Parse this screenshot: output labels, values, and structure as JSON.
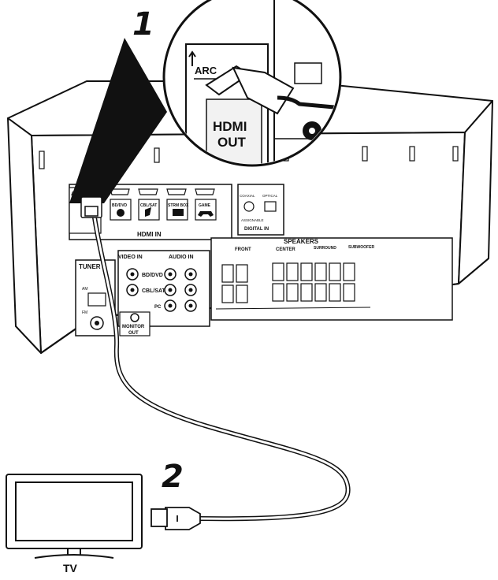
{
  "steps": {
    "step1": "1",
    "step2": "2"
  },
  "zoom_panel": {
    "arc": "ARC",
    "hdmi_line1": "HDMI",
    "hdmi_line2": "OUT"
  },
  "hdmi_in": {
    "title": "HDMI IN",
    "inputs": [
      "BD/DVD",
      "CBL/SAT",
      "STRM BOX",
      "GAME"
    ],
    "out_arc": "ARC"
  },
  "digital_in": {
    "title": "DIGITAL IN",
    "coaxial": "COAXIAL",
    "optical": "OPTICAL",
    "assign": "ASSIGNABLE"
  },
  "tuner": {
    "title": "TUNER",
    "am": "AM",
    "fm": "FM"
  },
  "video_in": {
    "title": "VIDEO IN",
    "row1": "BD/DVD",
    "row2": "CBL/SAT",
    "row3": "PC"
  },
  "audio_in": {
    "title": "AUDIO IN"
  },
  "monitor_out": {
    "line1": "MONITOR",
    "line2": "OUT"
  },
  "speakers": {
    "title": "SPEAKERS",
    "front": "FRONT",
    "center": "CENTER",
    "surround": "SURROUND",
    "subwoofer": "SUBWOOFER"
  },
  "tv": {
    "label": "TV"
  },
  "colors": {
    "ink": "#111111",
    "body": "#ffffff",
    "shade": "#1a1a1a",
    "panel": "#f2f2f2"
  }
}
